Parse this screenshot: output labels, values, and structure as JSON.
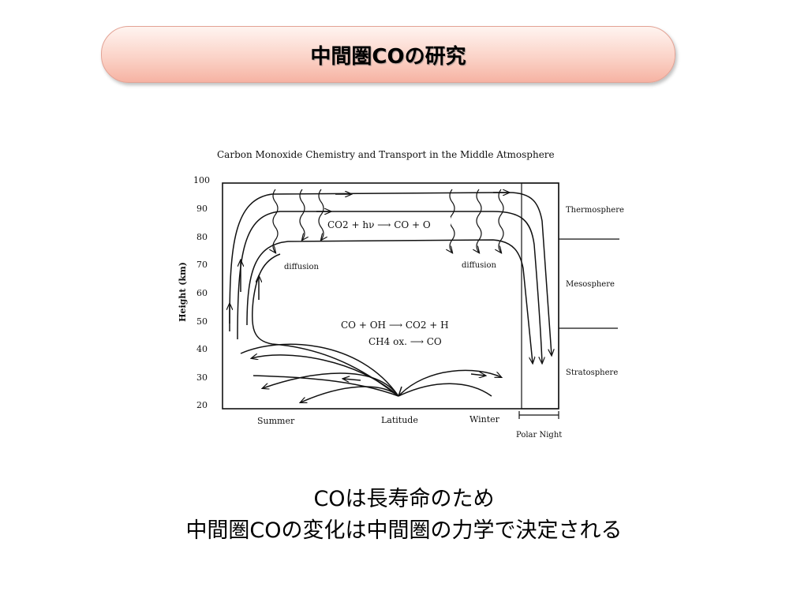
{
  "slide": {
    "title": "中間圏COの研究",
    "caption_line1": "COは長寿命のため",
    "caption_line2": "中間圏COの変化は中間圏の力学で決定される"
  },
  "figure": {
    "title": "Carbon Monoxide Chemistry and Transport in the Middle Atmosphere",
    "ylabel": "Height (km)",
    "yticks": [
      "100",
      "90",
      "80",
      "70",
      "60",
      "50",
      "40",
      "30",
      "20"
    ],
    "xlabels": {
      "summer": "Summer",
      "latitude": "Latitude",
      "winter": "Winter"
    },
    "polar_night": "Polar Night",
    "layers": {
      "thermosphere": "Thermosphere",
      "mesosphere": "Mesosphere",
      "stratosphere": "Stratosphere"
    },
    "reactions": {
      "photolysis": "CO2 + hν  ⟶  CO + O",
      "oh": "CO + OH   ⟶  CO2 + H",
      "ch4": "CH4 ox.   ⟶  CO"
    },
    "diffusion_left": "diffusion",
    "diffusion_right": "diffusion"
  }
}
